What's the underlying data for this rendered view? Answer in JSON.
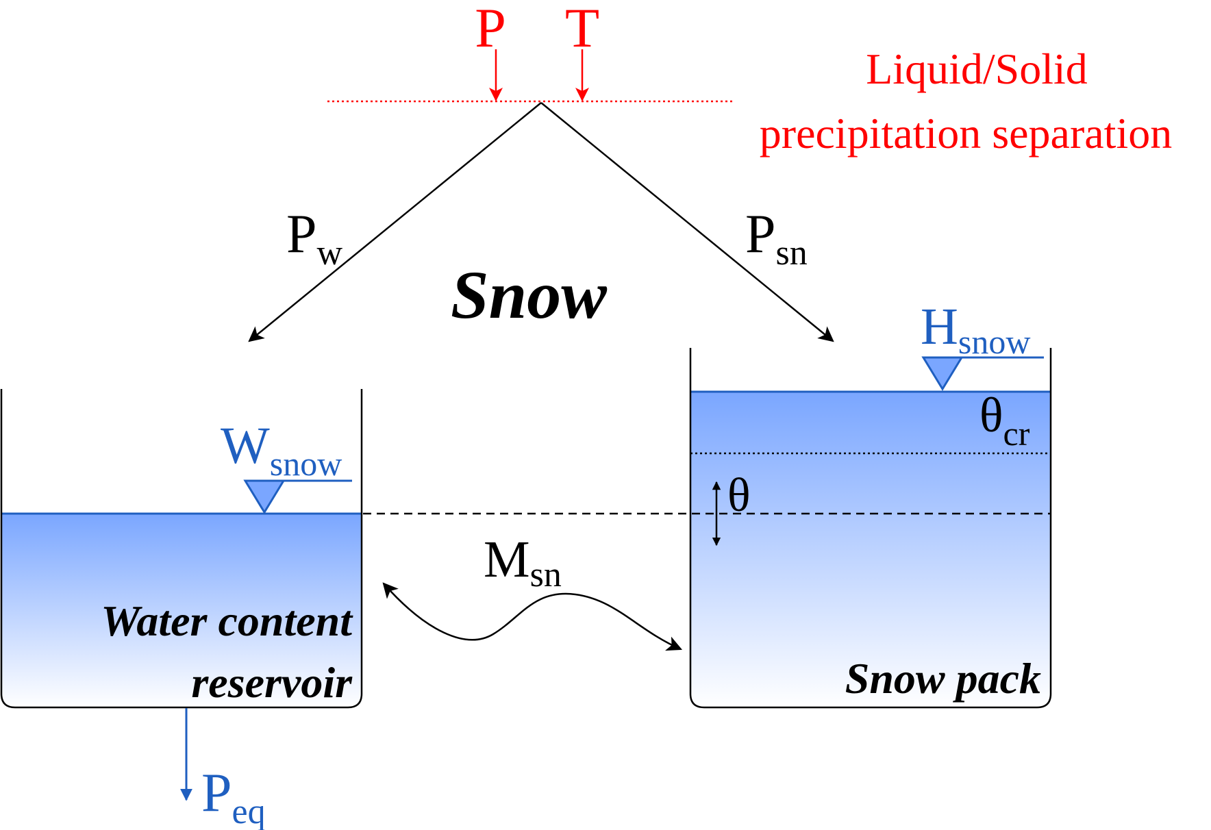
{
  "colors": {
    "input_red": "#ff0000",
    "water_blue": "#1f5fc0",
    "fill_top": "#7aa6ff",
    "fill_bottom": "#ffffff",
    "line_black": "#000000"
  },
  "inputs": {
    "precipitation": "P",
    "temperature": "T",
    "separation_line1": "Liquid/Solid",
    "separation_line2": "precipitation separation"
  },
  "flows": {
    "pw_main": "P",
    "pw_sub": "w",
    "psn_main": "P",
    "psn_sub": "sn",
    "msn_main": "M",
    "msn_sub": "sn",
    "peq_main": "P",
    "peq_sub": "eq"
  },
  "module_title": "Snow",
  "water_reservoir": {
    "level_main": "W",
    "level_sub": "snow",
    "name_line1": "Water content",
    "name_line2": "reservoir"
  },
  "snow_pack": {
    "level_main": "H",
    "level_sub": "snow",
    "theta_cr_main": "θ",
    "theta_cr_sub": "cr",
    "theta": "θ",
    "name": "Snow pack"
  }
}
